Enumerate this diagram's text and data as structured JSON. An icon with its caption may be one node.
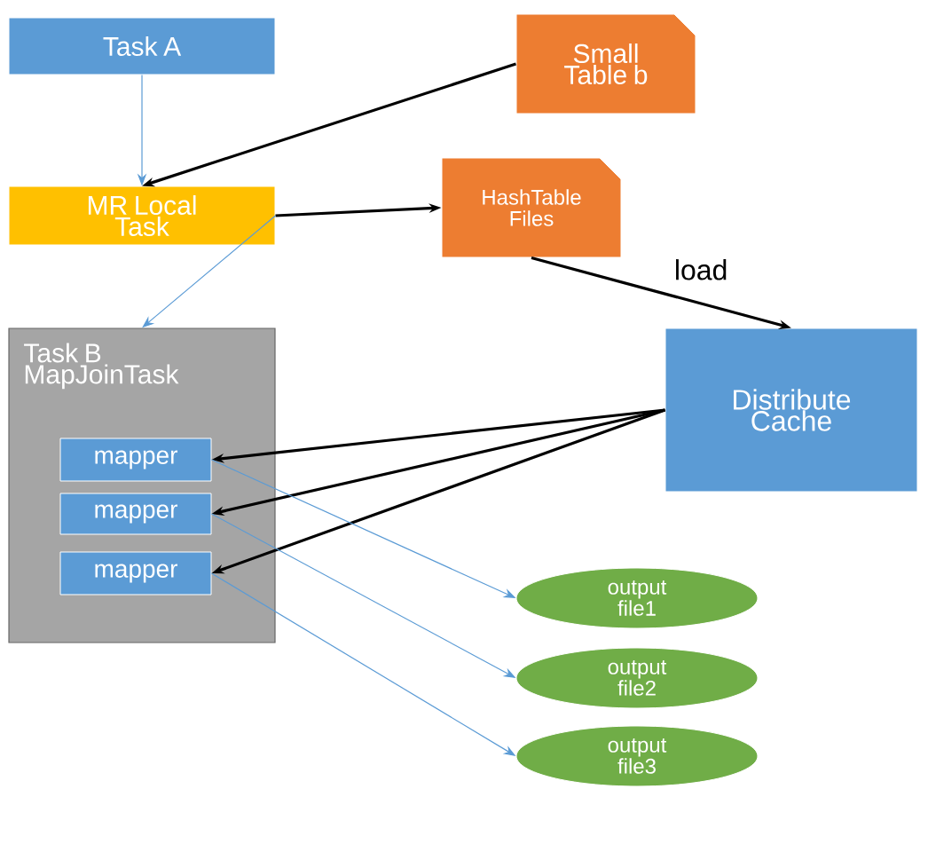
{
  "diagram": {
    "nodes": [
      {
        "text": [
          "Task A"
        ]
      },
      {
        "text": [
          "Small Table b"
        ]
      },
      {
        "text": [
          "MR Local Task"
        ]
      },
      {
        "text": [
          "HashTable Files"
        ]
      },
      {
        "text": [
          "Task B MapJoinTask"
        ]
      },
      {
        "text": [
          "Distribute Cache"
        ]
      },
      {
        "text": [
          "mapper"
        ],
        "in": 4
      },
      {
        "text": [
          "mapper"
        ],
        "in": 4
      },
      {
        "text": [
          "mapper"
        ],
        "in": 4
      },
      {
        "text": [
          "output file1"
        ]
      },
      {
        "text": [
          "output file2"
        ]
      },
      {
        "text": [
          "output file3"
        ]
      }
    ],
    "edges": [
      {
        "from": 0,
        "to": 2,
        "arrow": "to",
        "color": "#5b9bd5"
      },
      {
        "from": 1,
        "to": 2,
        "arrow": "to"
      },
      {
        "from": 2,
        "to": 3,
        "arrow": "to"
      },
      {
        "from": 2,
        "to": 4,
        "arrow": "to",
        "color": "#5b9bd5"
      },
      {
        "from": 3,
        "to": 5,
        "arrow": "to",
        "label": "load"
      },
      {
        "from": 5,
        "to": 6,
        "arrow": "to"
      },
      {
        "from": 5,
        "to": 7,
        "arrow": "to"
      },
      {
        "from": 5,
        "to": 8,
        "arrow": "to"
      },
      {
        "from": 6,
        "to": 9,
        "arrow": "to",
        "color": "#5b9bd5"
      },
      {
        "from": 7,
        "to": 10,
        "arrow": "to",
        "color": "#5b9bd5"
      },
      {
        "from": 8,
        "to": 11,
        "arrow": "to",
        "color": "#5b9bd5"
      }
    ]
  }
}
